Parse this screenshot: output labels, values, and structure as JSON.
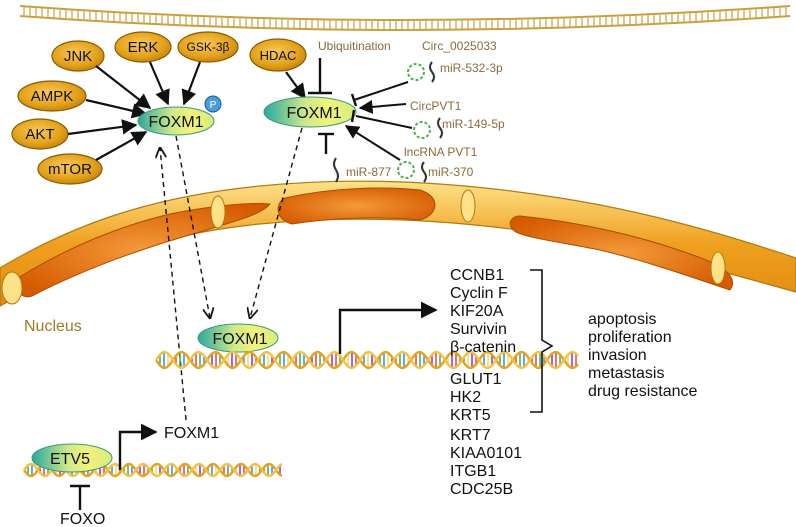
{
  "nucleus_label": "Nucleus",
  "kinases": [
    {
      "label": "JNK"
    },
    {
      "label": "ERK"
    },
    {
      "label": "GSK-3β"
    },
    {
      "label": "AMPK"
    },
    {
      "label": "AKT"
    },
    {
      "label": "mTOR"
    }
  ],
  "hdac_label": "HDAC",
  "foxm1_label": "FOXM1",
  "phospho_label": "P",
  "regulators": {
    "ubiquitination": "Ubiquitination",
    "circ_0025033": "Circ_0025033",
    "mir_532": "miR-532-3p",
    "circpvt1": "CircPVT1",
    "mir_149": "miR-149-5p",
    "lncrna_pvt1": "lncRNA PVT1",
    "mir_877": "miR-877",
    "mir_370": "miR-370"
  },
  "etv5_label": "ETV5",
  "foxo_label": "FOXO",
  "target_genes": [
    "CCNB1",
    "Cyclin F",
    "KIF20A",
    "Survivin",
    "β-catenin",
    "GLUT1",
    "HK2",
    "KRT5",
    "KRT7",
    "KIAA0101",
    "ITGB1",
    "CDC25B"
  ],
  "outcomes": [
    "apoptosis",
    "proliferation",
    "invasion",
    "metastasis",
    "drug resistance"
  ],
  "colors": {
    "kinase_fill": "#e3a21a",
    "kinase_edge": "#8a5a00",
    "foxm1_teal": "#2aa9a0",
    "foxm1_yellow": "#f2f27a",
    "nucleus_orange": "#f0a020",
    "nucleus_dark": "#d86a00",
    "mirna_green": "#4caf50",
    "reg_text": "#8a6a3a"
  }
}
